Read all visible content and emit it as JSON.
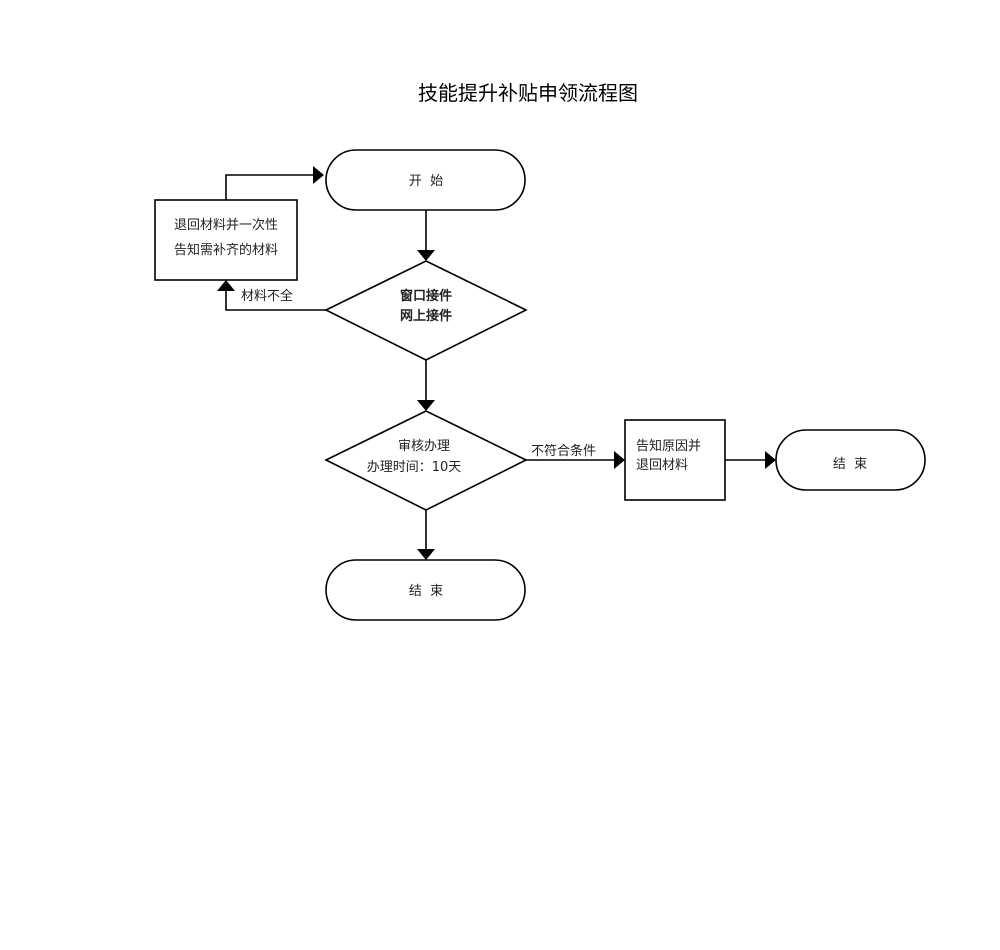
{
  "title": "技能提升补贴申领流程图",
  "nodes": {
    "start": {
      "type": "terminator",
      "label": "开  始"
    },
    "intake": {
      "type": "decision",
      "lines": [
        "窗口接件",
        "网上接件"
      ]
    },
    "return_materials": {
      "type": "process",
      "lines": [
        "退回材料并一次性",
        "告知需补齐的材料"
      ]
    },
    "review": {
      "type": "decision",
      "lines": [
        "审核办理",
        "办理时间：10天"
      ]
    },
    "notify_reject": {
      "type": "process",
      "lines": [
        "告知原因并",
        "退回材料"
      ]
    },
    "end_reject": {
      "type": "terminator",
      "label": "结  束"
    },
    "end_main": {
      "type": "terminator",
      "label": "结  束"
    }
  },
  "edges": [
    {
      "from": "start",
      "to": "intake",
      "label": ""
    },
    {
      "from": "intake",
      "to": "return_materials",
      "label": "材料不全"
    },
    {
      "from": "return_materials",
      "to": "start",
      "label": ""
    },
    {
      "from": "intake",
      "to": "review",
      "label": ""
    },
    {
      "from": "review",
      "to": "notify_reject",
      "label": "不符合条件"
    },
    {
      "from": "notify_reject",
      "to": "end_reject",
      "label": ""
    },
    {
      "from": "review",
      "to": "end_main",
      "label": ""
    }
  ]
}
